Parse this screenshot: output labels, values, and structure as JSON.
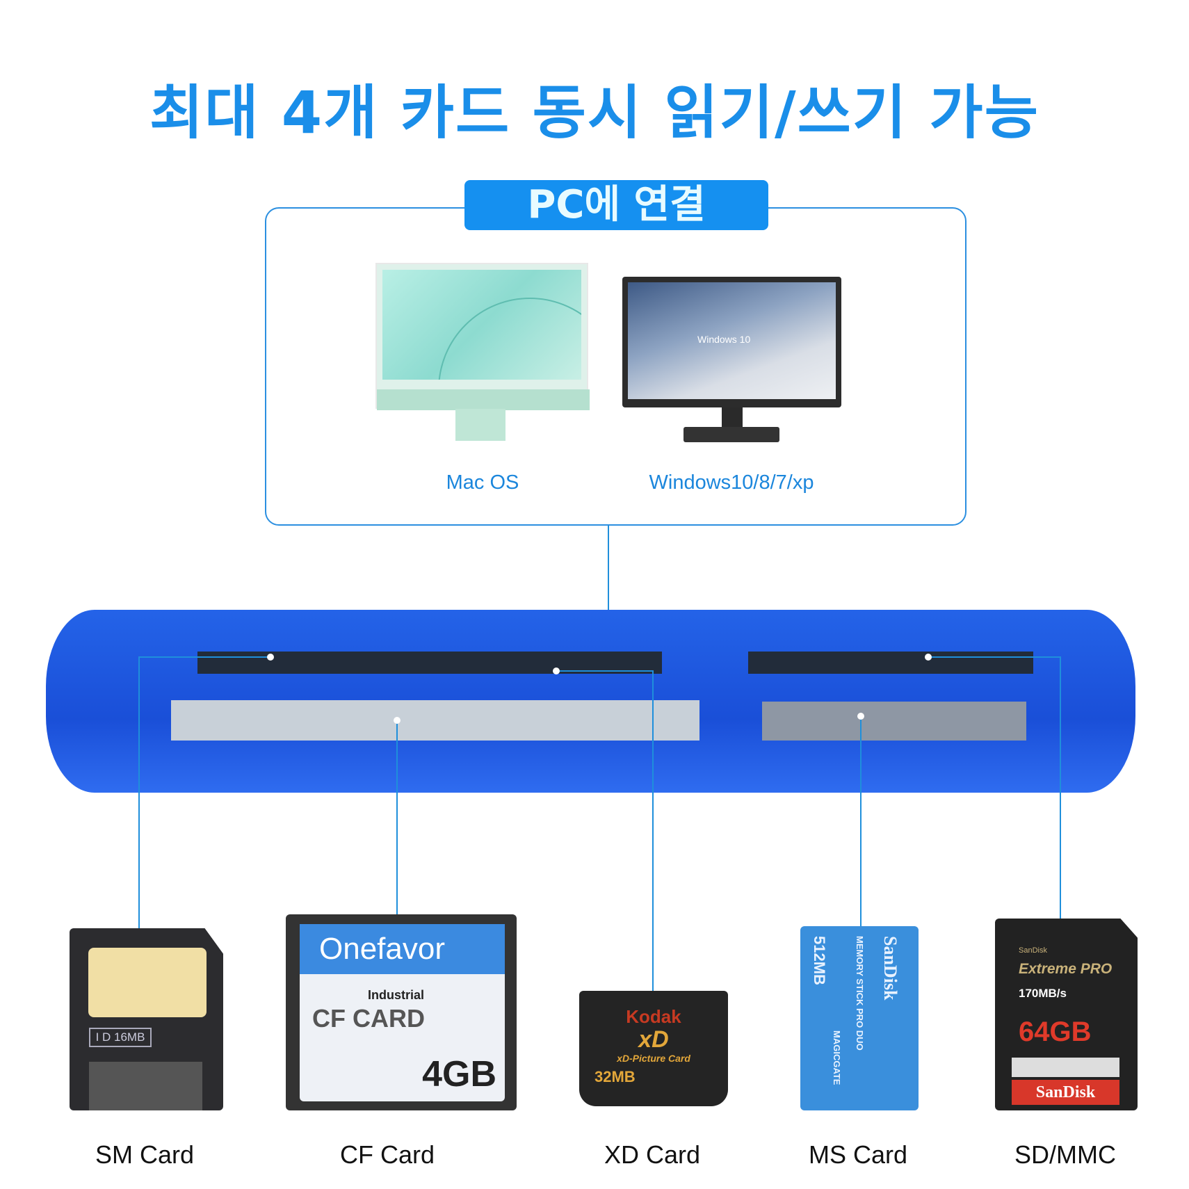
{
  "title": "최대 4개 카드 동시 읽기/쓰기 가능",
  "connect": {
    "label": "PC에 연결",
    "os": [
      {
        "name": "Mac OS"
      },
      {
        "name": "Windows10/8/7/xp",
        "screen_text": "Windows 10"
      }
    ]
  },
  "cards": {
    "sm": {
      "label": "SM Card",
      "print": "I D 16MB"
    },
    "cf": {
      "label": "CF Card",
      "brand": "Onefavor",
      "type_small": "Industrial",
      "type": "CF CARD",
      "capacity": "4GB"
    },
    "xd": {
      "label": "XD Card",
      "brand": "Kodak",
      "logo": "xD",
      "sub": "xD-Picture Card",
      "capacity": "32MB"
    },
    "ms": {
      "label": "MS Card",
      "capacity": "512MB",
      "type": "MEMORY STICK PRO DUO",
      "gate": "MAGICGATE",
      "brand": "SanDisk"
    },
    "sd": {
      "label": "SD/MMC",
      "maker": "SanDisk",
      "line": "Extreme PRO",
      "speed": "170MB/s",
      "capacity": "64GB",
      "brand": "SanDisk"
    }
  },
  "colors": {
    "accent": "#1a8ee9",
    "reader": "#1d5ae0"
  }
}
